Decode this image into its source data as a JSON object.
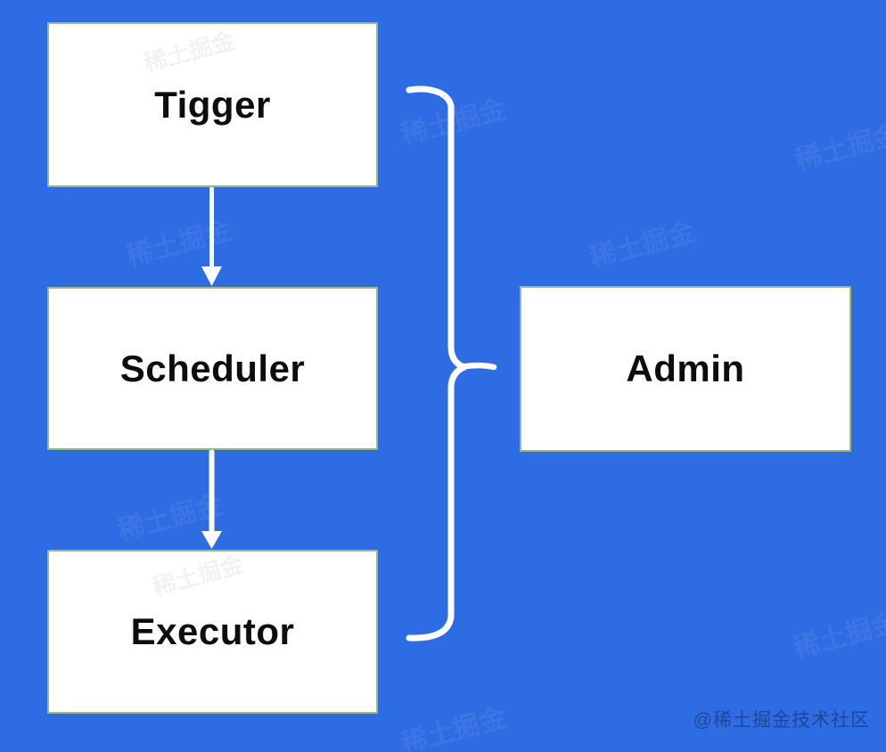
{
  "page": {
    "background_color": "#2e6ce4"
  },
  "diagram": {
    "type": "flowchart",
    "nodes": [
      {
        "id": "tigger",
        "label": "Tigger"
      },
      {
        "id": "scheduler",
        "label": "Scheduler"
      },
      {
        "id": "executor",
        "label": "Executor"
      },
      {
        "id": "admin",
        "label": "Admin"
      }
    ],
    "edges": [
      {
        "from": "tigger",
        "to": "scheduler",
        "style": "arrow-down"
      },
      {
        "from": "scheduler",
        "to": "executor",
        "style": "arrow-down"
      },
      {
        "from": "tigger+scheduler+executor",
        "to": "admin",
        "style": "brace-right"
      }
    ],
    "node_style": {
      "fill": "#ffffff",
      "border_color": "#9cbc7d",
      "text_color": "#0d0d0d"
    },
    "connector_color": "#ffffff"
  },
  "watermarks": {
    "credit": "@稀土掘金技术社区",
    "credit_color": "#16306e",
    "faint_text": "稀土掘金"
  }
}
